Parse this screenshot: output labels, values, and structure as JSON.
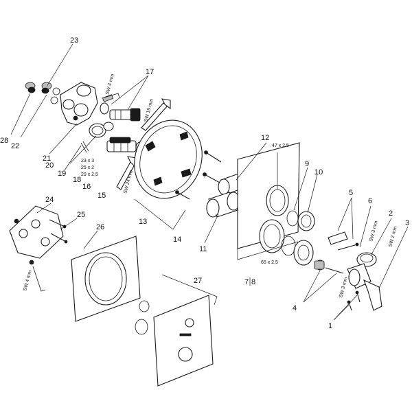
{
  "callouts": {
    "n1": "1",
    "n2": "2",
    "n3": "3",
    "n4": "4",
    "n5": "5",
    "n6": "6",
    "n7": "7",
    "n8": "8",
    "n9": "9",
    "n10": "10",
    "n11": "11",
    "n12": "12",
    "n13": "13",
    "n14": "14",
    "n15": "15",
    "n16": "16",
    "n17": "17",
    "n18": "18",
    "n19": "19",
    "n20": "20",
    "n21": "21",
    "n22": "22",
    "n23": "23",
    "n24": "24",
    "n25": "25",
    "n26": "26",
    "n27": "27",
    "n28": "28"
  },
  "dimensions": {
    "d_47x25": "47 x 2,5",
    "d_65x25": "65 x 2,5",
    "d_23x3": "23 x 3",
    "d_25x2": "25 x 2",
    "d_29x25": "29 x 2,5"
  },
  "tools": {
    "sw4_top": "SW 4 mm",
    "sw19": "SW 19 mm",
    "sw24": "SW 24 mm",
    "sw3_right": "SW 3 mm",
    "sw2_right": "SW 2 mm",
    "sw3_bottom": "SW 3 mm",
    "sw4_left": "SW 4 mm"
  }
}
